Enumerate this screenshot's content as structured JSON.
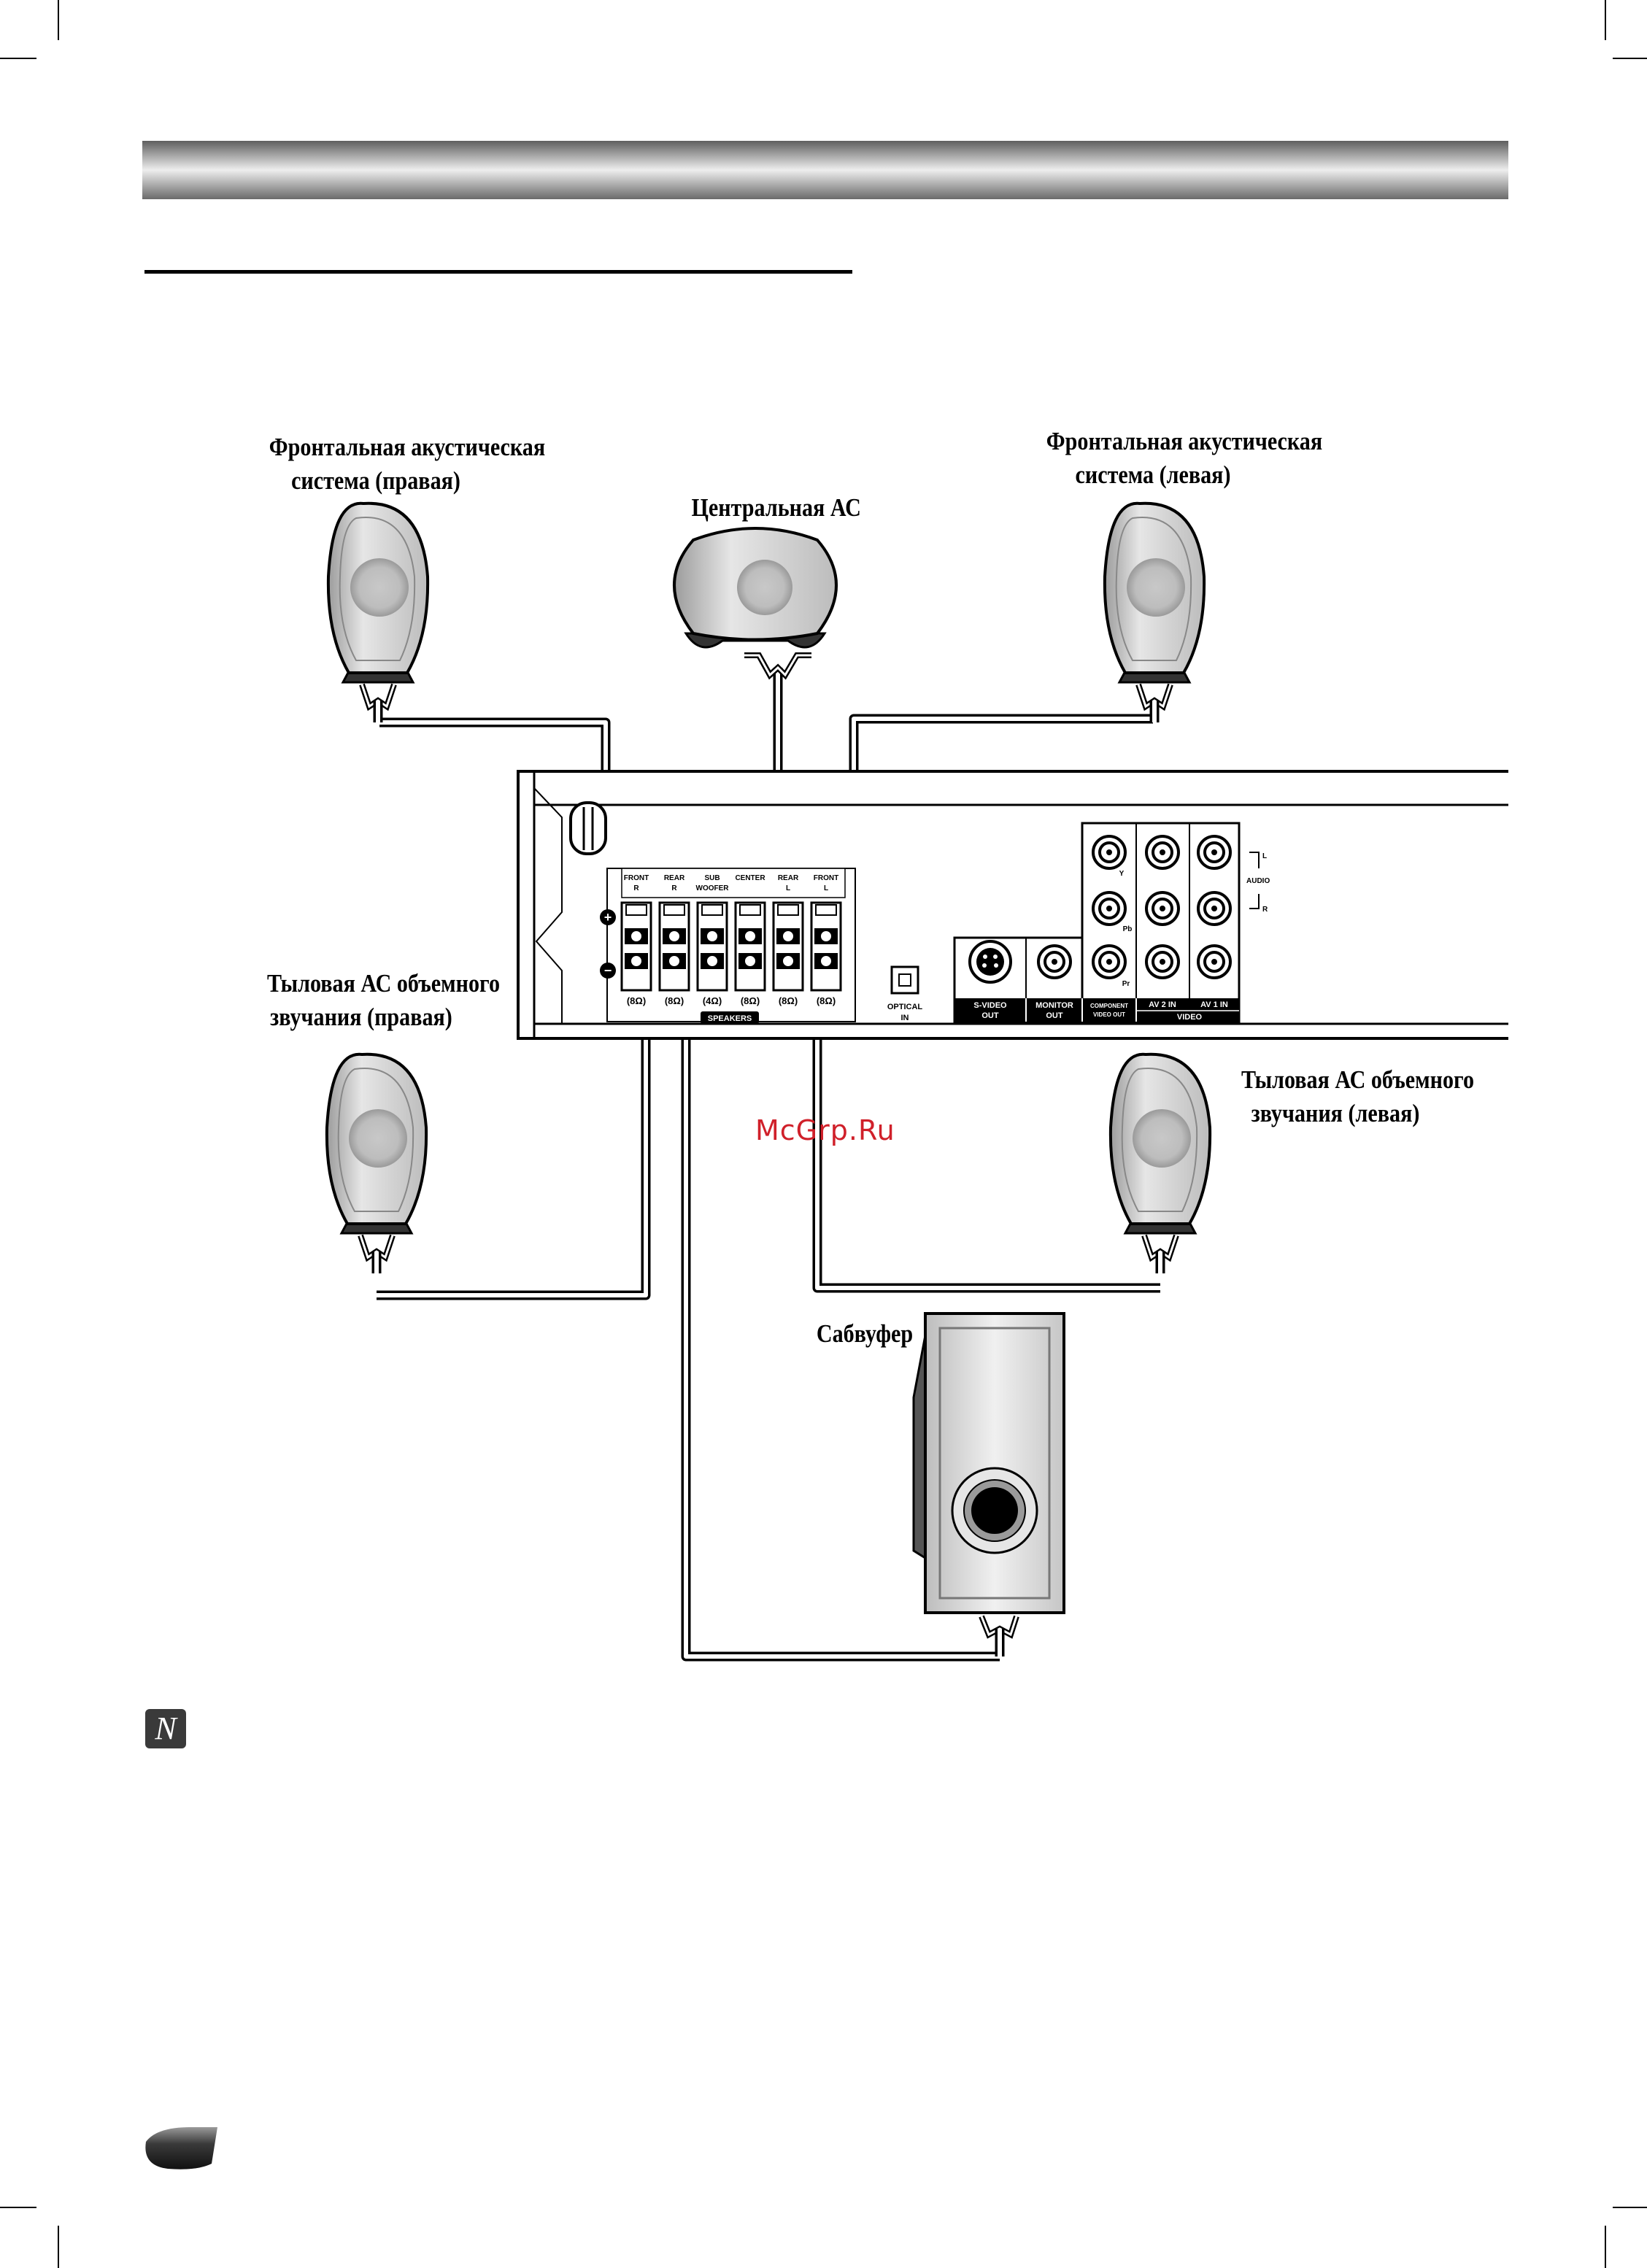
{
  "labels": {
    "front_right": [
      "Фронтальная акустическая",
      "система (правая)"
    ],
    "center": "Центральная АС",
    "front_left": [
      "Фронтальная акустическая",
      "система (левая)"
    ],
    "rear_right": [
      "Тыловая АС объемного",
      "звучания (правая)"
    ],
    "rear_left": [
      "Тыловая АС объемного",
      "звучания (левая)"
    ],
    "subwoofer": "Сабвуфер"
  },
  "watermark": "McGrp.Ru",
  "note_icon_letter": "N",
  "panel": {
    "speaker_terminals": [
      {
        "label1": "FRONT",
        "label2": "R",
        "impedance": "(8Ω)"
      },
      {
        "label1": "REAR",
        "label2": "R",
        "impedance": "(8Ω)"
      },
      {
        "label1": "SUB",
        "label2": "WOOFER",
        "impedance": "(4Ω)"
      },
      {
        "label1": "CENTER",
        "label2": "",
        "impedance": "(8Ω)"
      },
      {
        "label1": "REAR",
        "label2": "L",
        "impedance": "(8Ω)"
      },
      {
        "label1": "FRONT",
        "label2": "L",
        "impedance": "(8Ω)"
      }
    ],
    "speakers_label": "SPEAKERS",
    "plus_sign": "+",
    "minus_sign": "−",
    "optical_label": [
      "OPTICAL",
      "IN"
    ],
    "svideo_label": [
      "S-VIDEO",
      "OUT"
    ],
    "monitor_label": [
      "MONITOR",
      "OUT"
    ],
    "component_label": [
      "COMPONENT",
      "VIDEO OUT"
    ],
    "av2_label": "AV 2  IN",
    "av1_label": "AV 1  IN",
    "video_label": "VIDEO",
    "audio_label": "AUDIO",
    "audio_l": "L",
    "audio_r": "R",
    "y_label": "Y",
    "pb_label": "Pb",
    "pr_label": "Pr"
  },
  "colors": {
    "header_bar_dark": "#6f6f6f",
    "header_bar_light": "#e6e6e6",
    "speaker_body": "#d2d2d2",
    "wire": "#000000"
  }
}
